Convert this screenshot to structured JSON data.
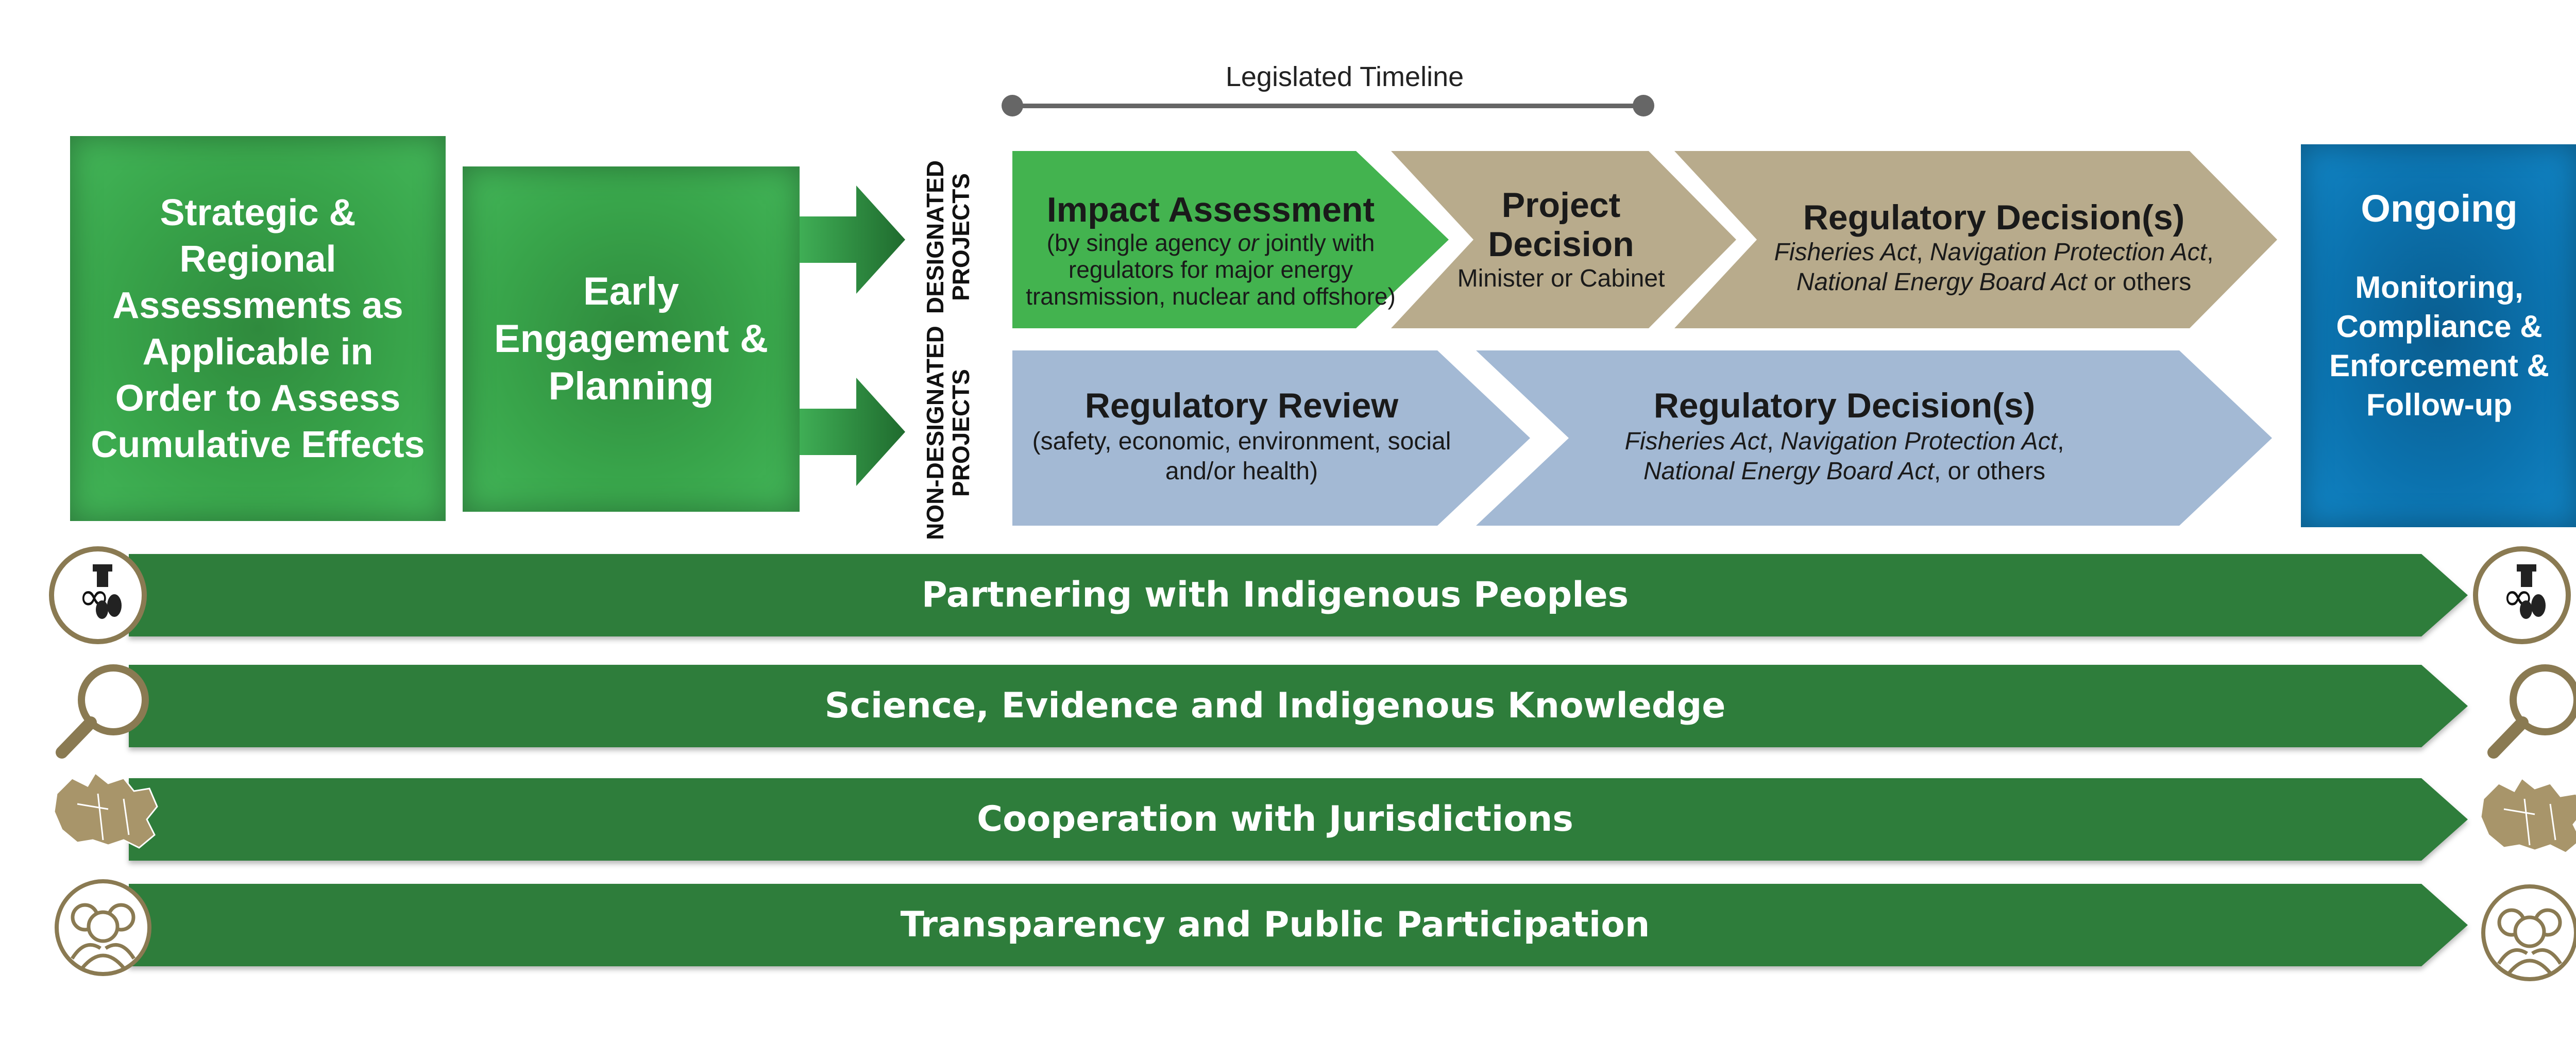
{
  "timeline": {
    "label": "Legislated Timeline"
  },
  "strategic_box": {
    "label": "Strategic & Regional Assessments as Applicable in Order to Assess Cumulative Effects"
  },
  "early_box": {
    "label": "Early Engagement & Planning"
  },
  "row_labels": {
    "designated": [
      "DESIGNATED",
      "PROJECTS"
    ],
    "non_designated": [
      "NON-DESIGNATED",
      "PROJECTS"
    ]
  },
  "designated": {
    "impact": {
      "title": "Impact Assessment",
      "sub_pre": "(by single agency ",
      "sub_or": "or",
      "sub_post": " jointly with regulators for major energy transmission, nuclear and offshore)"
    },
    "decision": {
      "title": "Project Decision",
      "sub": "Minister or Cabinet"
    },
    "regulatory": {
      "title": "Regulatory Decision(s)",
      "act1": "Fisheries Act",
      "sep1": ", ",
      "act2": "Navigation Protection Act",
      "sep2": ", ",
      "act3": "National Energy Board Act",
      "tail": " or others"
    }
  },
  "non_designated": {
    "review": {
      "title": "Regulatory Review",
      "sub": "(safety, economic, environment, social and/or health)"
    },
    "regulatory": {
      "title": "Regulatory Decision(s)",
      "act1": "Fisheries Act",
      "sep1": ", ",
      "act2": "Navigation Protection Act",
      "sep2": ", ",
      "act3": "National Energy Board Act",
      "tail": ", or others"
    }
  },
  "ongoing_box": {
    "title": "Ongoing",
    "body": "Monitoring, Compliance & Enforcement & Follow-up"
  },
  "bands": [
    {
      "label": "Partnering with Indigenous Peoples",
      "icon": "indigenous-symbols-icon"
    },
    {
      "label": "Science, Evidence and Indigenous Knowledge",
      "icon": "magnifying-glass-icon"
    },
    {
      "label": "Cooperation with Jurisdictions",
      "icon": "canada-map-icon"
    },
    {
      "label": "Transparency and Public Participation",
      "icon": "people-group-icon"
    }
  ],
  "colors": {
    "green": "#3fae55",
    "dark_green": "#2e7d3b",
    "tan": "#b8ab8c",
    "light_blue": "#a3b9d4",
    "blue": "#0b72ae",
    "icon_brown": "#8a7a52"
  }
}
